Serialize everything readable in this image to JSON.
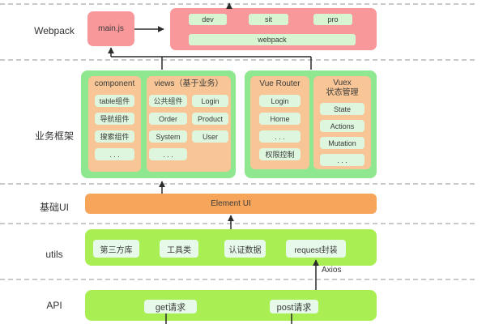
{
  "colors": {
    "red_box": "#f8989b",
    "green_container": "#8fe78f",
    "orange_box": "#f8c696",
    "orange_bar": "#f8a55c",
    "lime_bar": "#a9ee52",
    "pill_light_green": "#d6f5d0",
    "pill_pale_green": "#ddf6dd",
    "dashed_line": "#c9c9c9",
    "connector": "#2b2b2b"
  },
  "sections": {
    "webpack": {
      "label": "Webpack",
      "main_box": "main.js",
      "env_pills": [
        "dev",
        "sit",
        "pro"
      ],
      "bundle_bar": "webpack"
    },
    "framework": {
      "label": "业务框架",
      "component": {
        "title": "component",
        "pills": [
          "table组件",
          "导航组件",
          "搜索组件",
          ". . ."
        ]
      },
      "views": {
        "title": "views（基于业务）",
        "left_pills": [
          "公共组件",
          "Order",
          "System",
          ". . ."
        ],
        "right_pills": [
          "Login",
          "Product",
          "User"
        ]
      },
      "router": {
        "title": "Vue Router",
        "pills": [
          "Login",
          "Home",
          ". . .",
          "权限控制"
        ]
      },
      "vuex": {
        "title_line1": "Vuex",
        "title_line2": "状态管理",
        "pills": [
          "State",
          "Actions",
          "Mutation",
          ". . ."
        ]
      }
    },
    "base_ui": {
      "label": "基础UI",
      "bar": "Element UI"
    },
    "utils": {
      "label": "utils",
      "pills": [
        "第三方库",
        "工具类",
        "认证数据",
        "request封装"
      ],
      "arrow_label": "Axios"
    },
    "api": {
      "label": "API",
      "pills": [
        "get请求",
        "post请求"
      ]
    }
  }
}
